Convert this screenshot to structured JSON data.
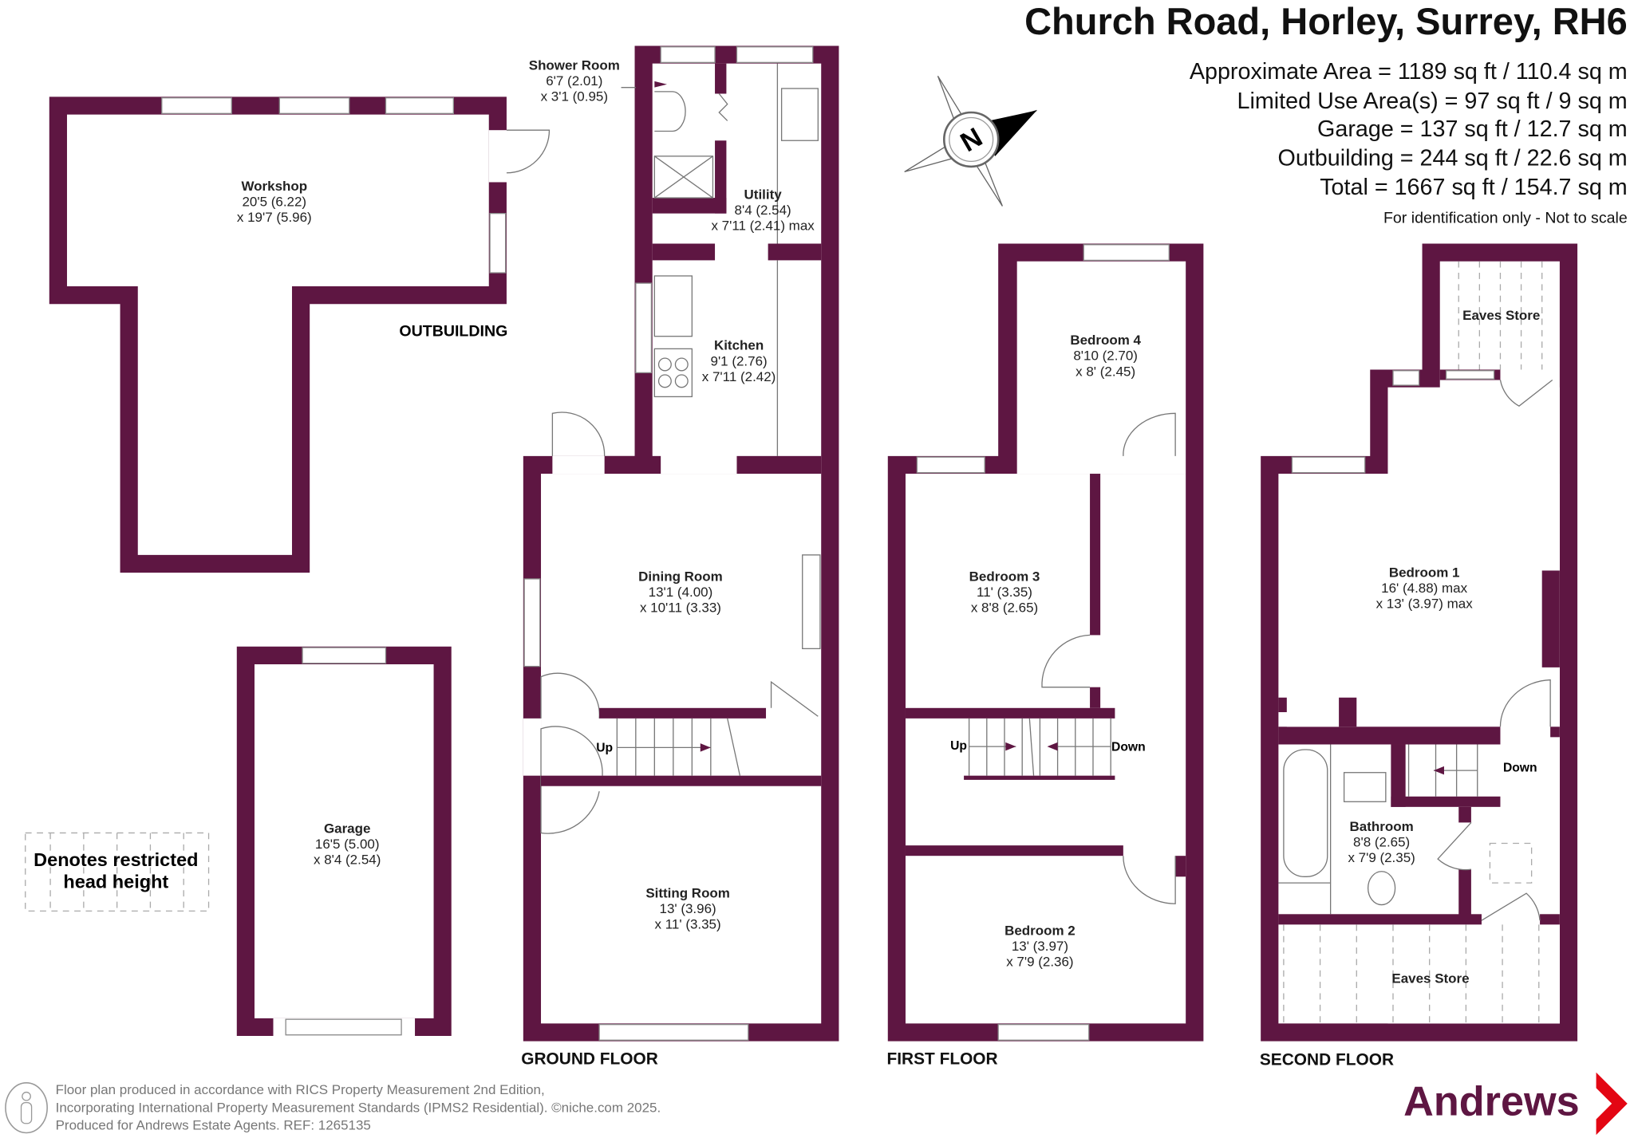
{
  "header": {
    "title": "Church Road, Horley, Surrey, RH6",
    "areas": [
      "Approximate Area = 1189 sq ft / 110.4 sq m",
      "Limited Use Area(s) = 97 sq ft / 9 sq m",
      "Garage = 137 sq ft / 12.7 sq m",
      "Outbuilding = 244 sq ft / 22.6 sq m",
      "Total = 1667 sq ft / 154.7 sq m"
    ],
    "note": "For identification only - Not to scale"
  },
  "compass": {
    "letter": "N"
  },
  "colors": {
    "wall": "#5e1642",
    "brand": "#e30613"
  },
  "outbuilding": {
    "label": "OUTBUILDING",
    "workshop": {
      "name": "Workshop",
      "d1": "20'5 (6.22)",
      "d2": "x 19'7 (5.96)"
    }
  },
  "garage": {
    "name": "Garage",
    "d1": "16'5 (5.00)",
    "d2": "x 8'4 (2.54)"
  },
  "legend": {
    "line1": "Denotes restricted",
    "line2": "head height"
  },
  "ground_floor": {
    "label": "GROUND FLOOR",
    "shower": {
      "name": "Shower Room",
      "d1": "6'7 (2.01)",
      "d2": "x 3'1 (0.95)"
    },
    "utility": {
      "name": "Utility",
      "d1": "8'4 (2.54)",
      "d2": "x 7'11 (2.41) max"
    },
    "kitchen": {
      "name": "Kitchen",
      "d1": "9'1 (2.76)",
      "d2": "x 7'11 (2.42)"
    },
    "dining": {
      "name": "Dining Room",
      "d1": "13'1 (4.00)",
      "d2": "x 10'11 (3.33)"
    },
    "sitting": {
      "name": "Sitting Room",
      "d1": "13' (3.96)",
      "d2": "x 11' (3.35)"
    },
    "stairs_up": "Up"
  },
  "first_floor": {
    "label": "FIRST FLOOR",
    "bed4": {
      "name": "Bedroom 4",
      "d1": "8'10 (2.70)",
      "d2": "x 8' (2.45)"
    },
    "bed3": {
      "name": "Bedroom 3",
      "d1": "11' (3.35)",
      "d2": "x 8'8 (2.65)"
    },
    "bed2": {
      "name": "Bedroom 2",
      "d1": "13' (3.97)",
      "d2": "x 7'9 (2.36)"
    },
    "stairs_up": "Up",
    "stairs_down": "Down"
  },
  "second_floor": {
    "label": "SECOND FLOOR",
    "eaves_top": {
      "name": "Eaves Store"
    },
    "bed1": {
      "name": "Bedroom 1",
      "d1": "16' (4.88) max",
      "d2": "x 13' (3.97) max"
    },
    "bathroom": {
      "name": "Bathroom",
      "d1": "8'8 (2.65)",
      "d2": "x 7'9 (2.35)"
    },
    "eaves_bottom": {
      "name": "Eaves Store"
    },
    "stairs_down": "Down"
  },
  "footer": {
    "lines": [
      "Floor plan produced in accordance with RICS Property Measurement 2nd Edition,",
      "Incorporating International Property Measurement Standards (IPMS2 Residential).   ©niche.com 2025.",
      "Produced for Andrews Estate Agents.   REF: 1265135"
    ],
    "brand": "Andrews"
  }
}
